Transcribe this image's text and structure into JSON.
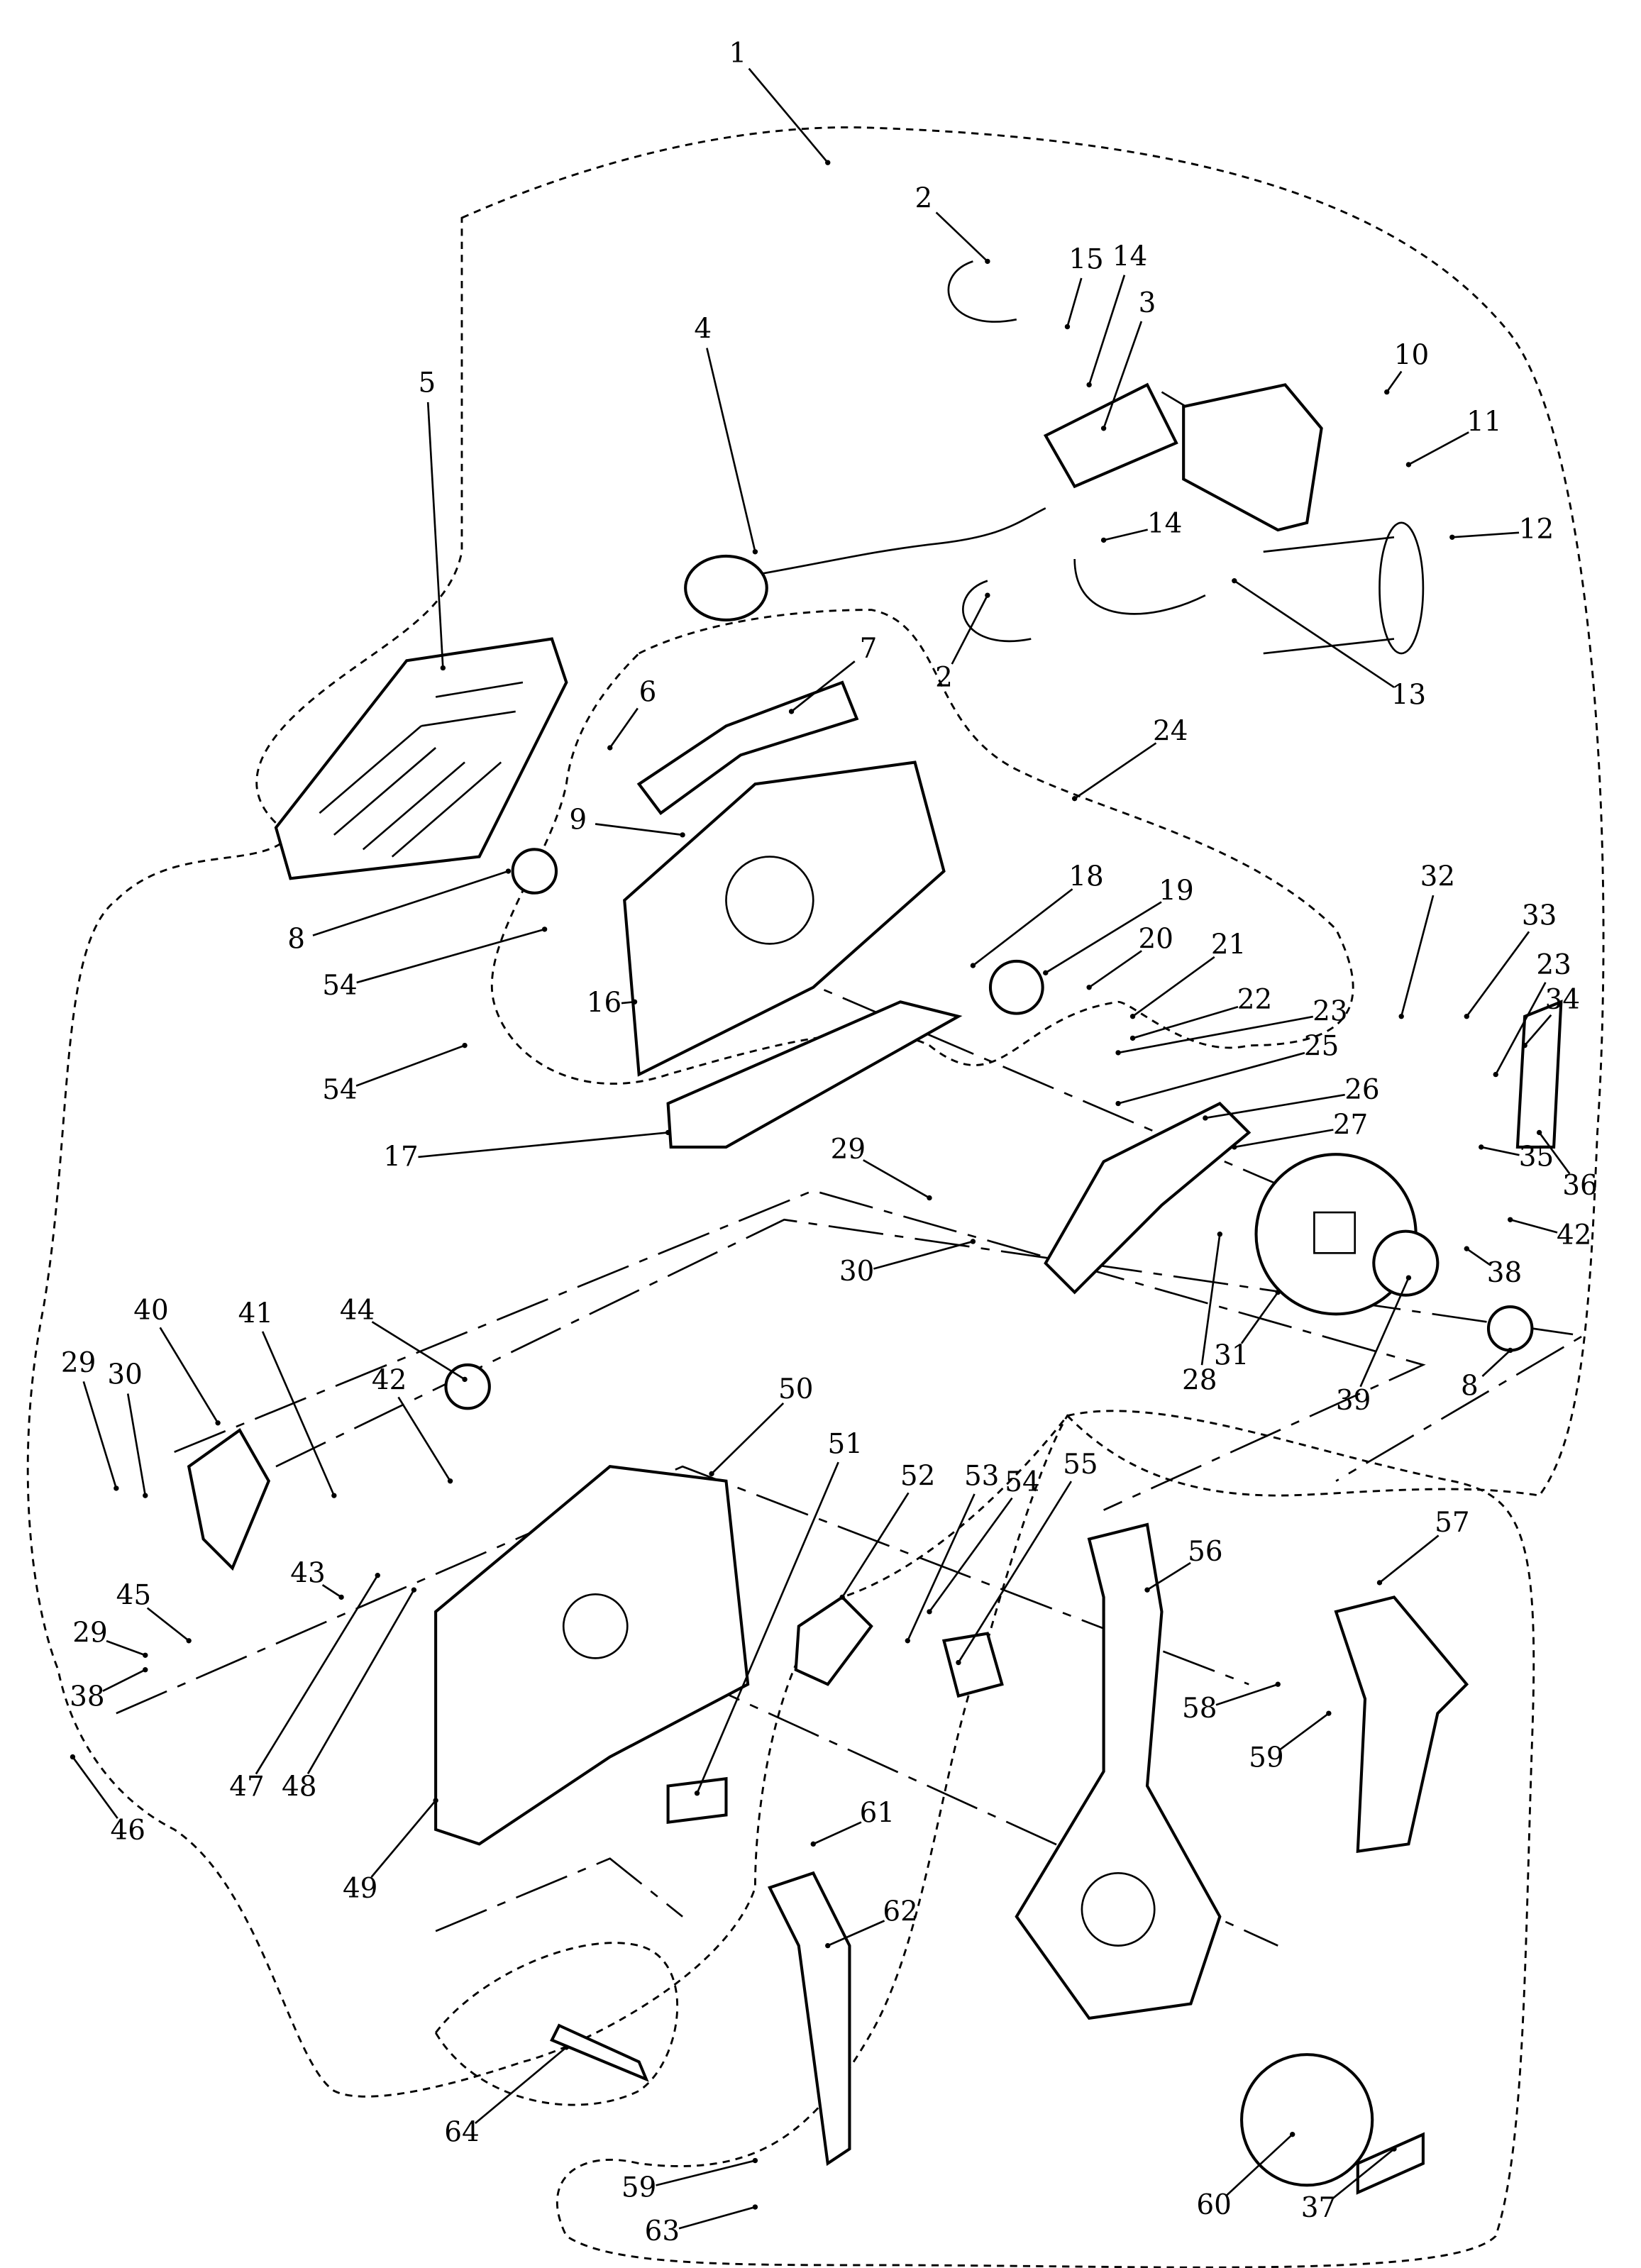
{
  "diagram": {
    "type": "exploded parts diagram",
    "line_color": "#000000",
    "background": "#ffffff",
    "callouts": [
      "1",
      "2",
      "2",
      "15",
      "14",
      "3",
      "4",
      "5",
      "10",
      "11",
      "12",
      "14",
      "13",
      "6",
      "7",
      "24",
      "9",
      "18",
      "19",
      "8",
      "54",
      "54",
      "16",
      "20",
      "21",
      "22",
      "23",
      "25",
      "26",
      "27",
      "32",
      "33",
      "23",
      "34",
      "17",
      "29",
      "35",
      "36",
      "42",
      "38",
      "30",
      "28",
      "31",
      "39",
      "8",
      "40",
      "41",
      "44",
      "50",
      "29",
      "30",
      "42",
      "51",
      "52",
      "53",
      "54",
      "55",
      "56",
      "57",
      "43",
      "45",
      "29",
      "38",
      "58",
      "59",
      "47",
      "48",
      "46",
      "49",
      "61",
      "62",
      "64",
      "59",
      "63",
      "60",
      "37"
    ]
  }
}
